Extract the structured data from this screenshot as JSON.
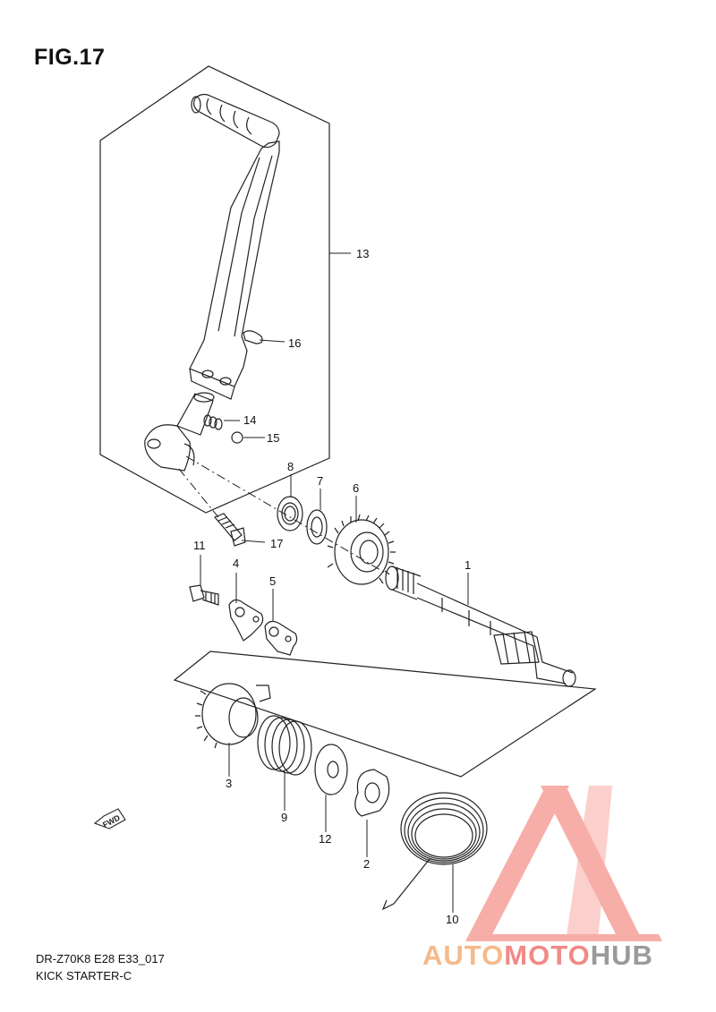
{
  "figure": {
    "title": "FIG.17"
  },
  "footer": {
    "model_code": "DR-Z70K8 E28 E33_017",
    "section_name": "KICK STARTER-C"
  },
  "parts": [
    {
      "number": "1"
    },
    {
      "number": "2"
    },
    {
      "number": "3"
    },
    {
      "number": "4"
    },
    {
      "number": "5"
    },
    {
      "number": "6"
    },
    {
      "number": "7"
    },
    {
      "number": "8"
    },
    {
      "number": "9"
    },
    {
      "number": "10"
    },
    {
      "number": "11"
    },
    {
      "number": "12"
    },
    {
      "number": "13"
    },
    {
      "number": "14"
    },
    {
      "number": "15"
    },
    {
      "number": "16"
    },
    {
      "number": "17"
    }
  ],
  "direction_marker": {
    "label": "FWD"
  },
  "watermark": {
    "part1": "AUTO",
    "part2": "MOTO",
    "part3": "HUB",
    "colors": {
      "orange": "#f5b98a",
      "red": "#f08a86",
      "grey": "#9a9a9a"
    }
  }
}
